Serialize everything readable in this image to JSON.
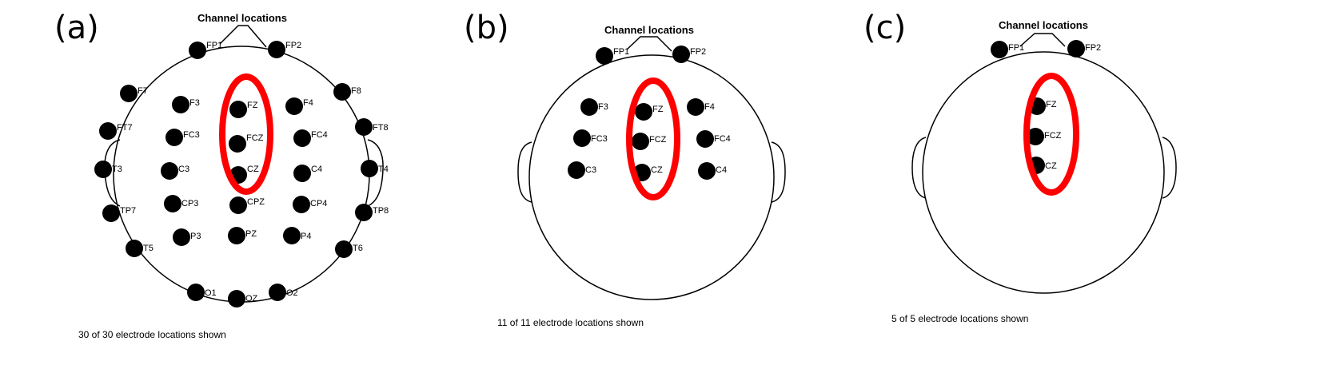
{
  "figure": {
    "panels": [
      {
        "letter": "(a)",
        "title": "Channel locations",
        "caption": "30 of 30 electrode locations shown",
        "highlighted": [
          "FZ",
          "FCZ",
          "CZ"
        ],
        "electrodes": [
          "FP1",
          "FP2",
          "F7",
          "F3",
          "FZ",
          "F4",
          "F8",
          "FT7",
          "FC3",
          "FCZ",
          "FC4",
          "FT8",
          "T3",
          "C3",
          "CZ",
          "C4",
          "T4",
          "TP7",
          "CP3",
          "CPZ",
          "CP4",
          "TP8",
          "T5",
          "P3",
          "PZ",
          "P4",
          "T6",
          "O1",
          "OZ",
          "O2"
        ]
      },
      {
        "letter": "(b)",
        "title": "Channel locations",
        "caption": "11 of 11 electrode locations shown",
        "highlighted": [
          "FZ",
          "FCZ",
          "CZ"
        ],
        "electrodes": [
          "FP1",
          "FP2",
          "F3",
          "FZ",
          "F4",
          "FC3",
          "FCZ",
          "FC4",
          "C3",
          "CZ",
          "C4"
        ]
      },
      {
        "letter": "(c)",
        "title": "Channel locations",
        "caption": "5 of 5 electrode locations shown",
        "highlighted": [
          "FZ",
          "FCZ",
          "CZ"
        ],
        "electrodes": [
          "FP1",
          "FP2",
          "FZ",
          "FCZ",
          "CZ"
        ]
      }
    ]
  }
}
